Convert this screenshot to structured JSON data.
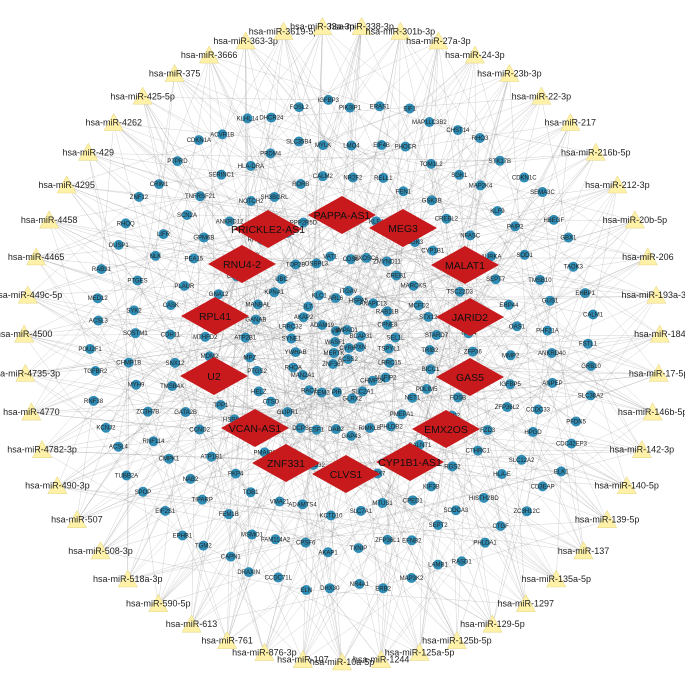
{
  "colors": {
    "mirna_fill": "#FFF2A8",
    "mirna_stroke": "#E8D98A",
    "lncrna_fill": "#C8191C",
    "gene_fill": "#2F8CB4",
    "edge": "#8C8C8C"
  },
  "mirnas": [
    "hsa-miR-338-3p",
    "hsa-miR-301b-3p",
    "hsa-miR-27a-3p",
    "hsa-miR-24-3p",
    "hsa-miR-23b-3p",
    "hsa-miR-22-3p",
    "hsa-miR-217",
    "hsa-miR-216b-5p",
    "hsa-miR-212-3p",
    "hsa-miR-20b-5p",
    "hsa-miR-206",
    "hsa-miR-193a-3p",
    "hsa-miR-184",
    "hsa-miR-17-5p",
    "hsa-miR-146b-5p",
    "hsa-miR-142-3p",
    "hsa-miR-140-5p",
    "hsa-miR-139-5p",
    "hsa-miR-137",
    "hsa-miR-135a-5p",
    "hsa-miR-1297",
    "hsa-miR-129-5p",
    "hsa-miR-125b-5p",
    "hsa-miR-125a-5p",
    "hsa-miR-1244",
    "hsa-miR-10a-5p",
    "hsa-miR-107",
    "hsa-miR-876-3p",
    "hsa-miR-761",
    "hsa-miR-613",
    "hsa-miR-590-5p",
    "hsa-miR-518a-3p",
    "hsa-miR-508-3p",
    "hsa-miR-507",
    "hsa-miR-490-3p",
    "hsa-miR-4782-3p",
    "hsa-miR-4770",
    "hsa-miR-4735-3p",
    "hsa-miR-4500",
    "hsa-miR-449c-5p",
    "hsa-miR-4465",
    "hsa-miR-4458",
    "hsa-miR-4295",
    "hsa-miR-429",
    "hsa-miR-4262",
    "hsa-miR-425-5p",
    "hsa-miR-375",
    "hsa-miR-3666",
    "hsa-miR-363-3p",
    "hsa-miR-3619-5p",
    "hsa-miR-33a-3p"
  ],
  "lncrnas": [
    "PAPPA-AS1",
    "PRICKLE2-AS1",
    "MEG3",
    "RNU4-2",
    "MALAT1",
    "RPL41",
    "JARID2",
    "U2",
    "GAS5",
    "VCAN-AS1",
    "EMX2OS",
    "ZNF331",
    "CLVS1",
    "CYP1B1-AS1"
  ],
  "genes": [
    "PIK3IP1",
    "ERAS1",
    "EIF1",
    "MAP1LC3B2",
    "CHST14",
    "RHO3",
    "STK17B",
    "CDKN1C",
    "SEMA3C",
    "HBEGF",
    "GBX1",
    "TAOK3",
    "EHBP1",
    "CALM1",
    "FSTL1",
    "GRB10",
    "SLC38A2",
    "PFDN5",
    "CDC42EP3",
    "ELK1",
    "CD3EAP",
    "ZC3H12C",
    "CTGF",
    "PHLDA1",
    "RASD1",
    "LAMB1",
    "MAP3K2",
    "ERB2",
    "NR4A1",
    "DHX30",
    "ELN",
    "CCDC71L",
    "DRAXIN",
    "CAPN1",
    "TGM2",
    "EPHB1",
    "EIF2S1",
    "SPOP",
    "TUBB2A",
    "ACSL4",
    "KCNJ2",
    "RNF38",
    "TGFBR2",
    "POU2F1",
    "ACSL3",
    "MED12",
    "RAB31",
    "DUSP1",
    "RHOQ",
    "ZNF12",
    "CRIM1",
    "PTPRD",
    "CDKN1A",
    "ACVR1B",
    "KLHL14",
    "DHCR24",
    "FOSL2",
    "IGFBP3",
    "LMO4",
    "EIF4B",
    "PHOCR",
    "TOM1L2",
    "SGK1",
    "MAP2K4",
    "KLF9",
    "PAIP2",
    "SOD1",
    "TMSB10",
    "GUS1",
    "PHF21A",
    "ANKRD40",
    "ANPEP",
    "CCDC33",
    "HPGD",
    "SLC12A2",
    "HLA-E",
    "HISTH2BD",
    "SCOCA3",
    "SEPT2",
    "EFNB2",
    "ZFP36L1",
    "TXNIP",
    "AKAP1",
    "CPSF6",
    "FAM114A2",
    "MSMO1",
    "FEM1B",
    "TIPARP",
    "NAB2",
    "CMPK1",
    "RNF114",
    "ZC3H7B",
    "MYH9",
    "CHMP1B",
    "SQSTM1",
    "SYK2",
    "PTGES",
    "NLK",
    "LIFR",
    "SCN2A",
    "TNFRSF21",
    "SERINC1",
    "HLA-DRA",
    "PRDM4",
    "SLC35B4",
    "MYLK",
    "NR2F2",
    "RELL1",
    "FEN1",
    "GSK3B",
    "CREBL2",
    "NFASC",
    "AURKA",
    "SEPT7",
    "ERP44",
    "OAS1",
    "MMP2",
    "IGFBP5",
    "ZFP36L2",
    "FZD3",
    "CTHRC1",
    "RGS2",
    "KIF3B",
    "CPED1",
    "MTUS1",
    "SLC7A1",
    "KCTD10",
    "ADAMTS4",
    "VMA21",
    "TOB1",
    "PKP4",
    "ATP1B1",
    "CCND2",
    "GATA2B",
    "TMSB4X",
    "SNX12",
    "CDH11",
    "CASK",
    "PLAUR",
    "PEA15",
    "GPM6B",
    "ANKRD12",
    "NOTCH2",
    "SH3BGRL",
    "RORB",
    "CALM2",
    "PDXK",
    "KLF4",
    "EP300",
    "SGK3",
    "CYP1B1",
    "HSP90B1",
    "TSC22D3",
    "HSPG2",
    "TPM4",
    "ZFP36",
    "GADD45A",
    "FOSB",
    "UCK2",
    "DUSP10",
    "GALNT1",
    "NNMT",
    "CBX7",
    "CDR2",
    "ARL5B",
    "FBXO32",
    "AMOTL2",
    "PMAIP1",
    "CCDC80",
    "HSPA1B",
    "TPP1",
    "HOXC8",
    "MDM2",
    "MTHFD2",
    "DICER1",
    "GNA12",
    "CALM3",
    "NUP93",
    "RHOBTB3",
    "CPB1",
    "PPP2R5D",
    "TNFAIP2",
    "CDS6",
    "EXOSC6",
    "ZMYND11",
    "CREB1",
    "MARCKS",
    "MCFD2",
    "STX12",
    "STARD7",
    "TRIB2",
    "BICC1",
    "PDLIM5",
    "NET1",
    "PMEPA1",
    "PHLDB2",
    "RIMKLB",
    "GAP43",
    "DAB2",
    "ESF1",
    "DCPS",
    "GLIPR1",
    "CTSD",
    "HELZ",
    "PTGS2",
    "MPZ",
    "ATP2B1",
    "GANAB",
    "MANBAL",
    "KPNA1",
    "UBC",
    "TOP2B",
    "OSBPL3",
    "VAT1",
    "ITGAV",
    "HSPA5",
    "ANAPC13",
    "RAB11B",
    "CPNE8",
    "SEL1L",
    "TSPYL1",
    "LRRC15",
    "NUFIP2",
    "CHMP2A",
    "SLC2A1",
    "GLRX2",
    "PIR",
    "FEM2",
    "RAC1",
    "MAN2A1",
    "RHOA",
    "YWHAB",
    "SYNE1",
    "LRRC32",
    "AKAP2",
    "IL7",
    "KLC1",
    "ARL6",
    "VIP",
    "CYR61",
    "ADAM19",
    "WASF1",
    "ACSS2",
    "BCAP31",
    "MERTK",
    "IMPAD1",
    "PXN",
    "ZNF367"
  ]
}
